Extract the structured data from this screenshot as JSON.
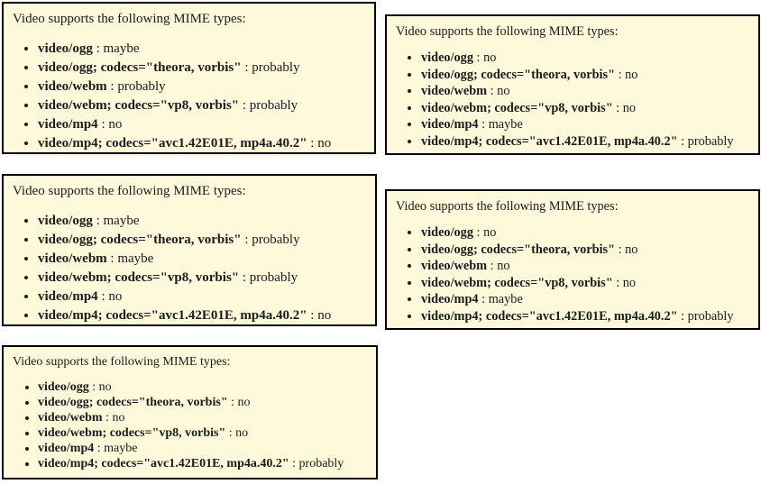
{
  "strings": {
    "separator": " : "
  },
  "colors": {
    "panel_background": "#fdf9da",
    "panel_border": "#000000",
    "text": "#1c1c1c",
    "page_background": "#ffffff"
  },
  "boxes": [
    {
      "position": "top-left",
      "title": "Video supports the following MIME types:",
      "items": [
        {
          "mime": "video/ogg",
          "status": "maybe"
        },
        {
          "mime": "video/ogg; codecs=\"theora, vorbis\"",
          "status": "probably"
        },
        {
          "mime": "video/webm",
          "status": "probably"
        },
        {
          "mime": "video/webm; codecs=\"vp8, vorbis\"",
          "status": "probably"
        },
        {
          "mime": "video/mp4",
          "status": "no"
        },
        {
          "mime": "video/mp4; codecs=\"avc1.42E01E, mp4a.40.2\"",
          "status": "no"
        }
      ]
    },
    {
      "position": "top-right",
      "title": "Video supports the following MIME types:",
      "items": [
        {
          "mime": "video/ogg",
          "status": "no"
        },
        {
          "mime": "video/ogg; codecs=\"theora, vorbis\"",
          "status": "no"
        },
        {
          "mime": "video/webm",
          "status": "no"
        },
        {
          "mime": "video/webm; codecs=\"vp8, vorbis\"",
          "status": "no"
        },
        {
          "mime": "video/mp4",
          "status": "maybe"
        },
        {
          "mime": "video/mp4; codecs=\"avc1.42E01E, mp4a.40.2\"",
          "status": "probably"
        }
      ]
    },
    {
      "position": "middle-left",
      "title": "Video supports the following MIME types:",
      "items": [
        {
          "mime": "video/ogg",
          "status": "maybe"
        },
        {
          "mime": "video/ogg; codecs=\"theora, vorbis\"",
          "status": "probably"
        },
        {
          "mime": "video/webm",
          "status": "maybe"
        },
        {
          "mime": "video/webm; codecs=\"vp8, vorbis\"",
          "status": "probably"
        },
        {
          "mime": "video/mp4",
          "status": "no"
        },
        {
          "mime": "video/mp4; codecs=\"avc1.42E01E, mp4a.40.2\"",
          "status": "no"
        }
      ]
    },
    {
      "position": "middle-right",
      "title": "Video supports the following MIME types:",
      "items": [
        {
          "mime": "video/ogg",
          "status": "no"
        },
        {
          "mime": "video/ogg; codecs=\"theora, vorbis\"",
          "status": "no"
        },
        {
          "mime": "video/webm",
          "status": "no"
        },
        {
          "mime": "video/webm; codecs=\"vp8, vorbis\"",
          "status": "no"
        },
        {
          "mime": "video/mp4",
          "status": "maybe"
        },
        {
          "mime": "video/mp4; codecs=\"avc1.42E01E, mp4a.40.2\"",
          "status": "probably"
        }
      ]
    },
    {
      "position": "bottom-left",
      "title": "Video supports the following MIME types:",
      "items": [
        {
          "mime": "video/ogg",
          "status": "no"
        },
        {
          "mime": "video/ogg; codecs=\"theora, vorbis\"",
          "status": "no"
        },
        {
          "mime": "video/webm",
          "status": "no"
        },
        {
          "mime": "video/webm; codecs=\"vp8, vorbis\"",
          "status": "no"
        },
        {
          "mime": "video/mp4",
          "status": "maybe"
        },
        {
          "mime": "video/mp4; codecs=\"avc1.42E01E, mp4a.40.2\"",
          "status": "probably"
        }
      ]
    }
  ]
}
